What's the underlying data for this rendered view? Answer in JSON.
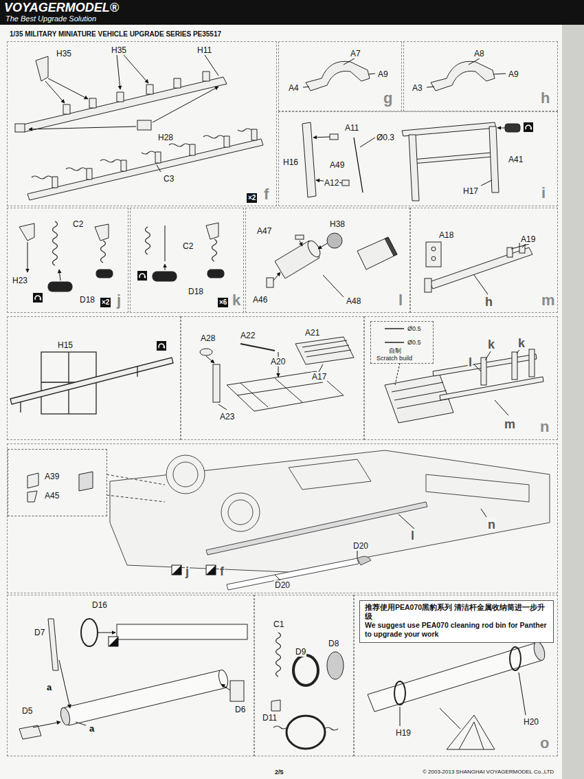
{
  "diagram": {
    "title": "1/35 MILITARY MINIATURE VEHICLE UPGRADE SERIES PE35517",
    "nodes": [
      {
        "text": [
          "H35",
          "H35",
          "H11",
          "H28",
          "C3",
          "×2",
          "f"
        ]
      },
      {
        "text": [
          "A7",
          "A9",
          "A4",
          "g"
        ]
      },
      {
        "text": [
          "A8",
          "A9",
          "A3",
          "h"
        ]
      },
      {
        "text": [
          "A11",
          "Ø0.3",
          "H16",
          "A49",
          "A12",
          "A41",
          "H17",
          "i"
        ]
      },
      {
        "text": [
          "C2",
          "H23",
          "D18",
          "×2",
          "j"
        ]
      },
      {
        "text": [
          "C2",
          "D18",
          "×6",
          "k"
        ]
      },
      {
        "text": [
          "A47",
          "H38",
          "A46",
          "A48",
          "l"
        ]
      },
      {
        "text": [
          "A18",
          "A19",
          "h",
          "m"
        ]
      },
      {
        "text": [
          "H15"
        ]
      },
      {
        "text": [
          "A28",
          "A22",
          "A20",
          "A21",
          "A17",
          "A23"
        ]
      },
      {
        "text": [
          "l",
          "k",
          "k",
          "m",
          "n"
        ]
      },
      {
        "text": [
          "Ø0.5",
          "Ø0.5",
          "自制",
          "Scratch build"
        ],
        "in": 10
      },
      {
        "text": [
          "n",
          "l",
          "j",
          "f",
          "D20",
          "D20"
        ]
      },
      {
        "text": [
          "A39",
          "A45"
        ],
        "in": 12
      },
      {
        "text": [
          "D16",
          "D7",
          "a",
          "D5",
          "a",
          "D6"
        ]
      },
      {
        "text": [
          "C1",
          "D9",
          "D8",
          "D11"
        ]
      },
      {
        "text": [
          "H19",
          "H20",
          "o"
        ]
      },
      {
        "text": [
          "推荐使用PEA070黑豹系列 清洁杆金属收纳筒进一步升级",
          "We suggest use PEA070 cleaning rod bin for Panther to upgrade your work"
        ],
        "in": 16
      }
    ],
    "labels": [
      "VOYAGERMODEL®",
      "The Best Upgrade Solution",
      "© 2003-2013 SHANGHAI VOYAGERMODEL Co.,LTD",
      "2/5"
    ]
  }
}
